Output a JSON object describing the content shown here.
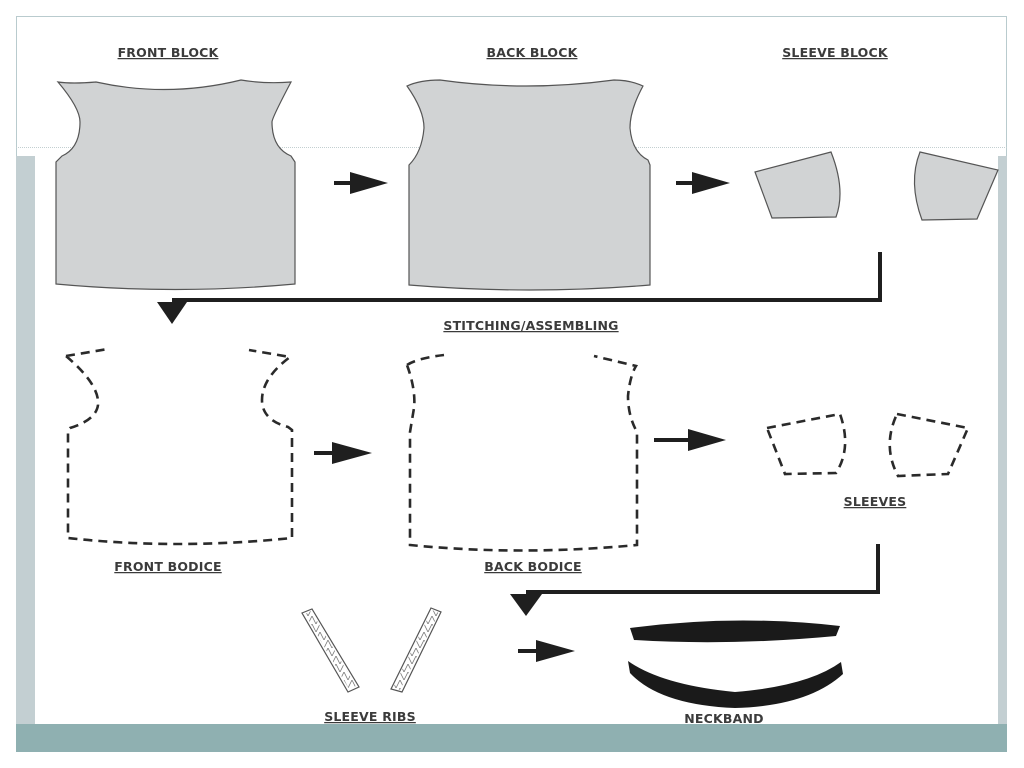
{
  "labels": {
    "front_block": "FRONT BLOCK",
    "back_block": "BACK BLOCK",
    "sleeve_block": "SLEEVE BLOCK",
    "stitching": "STITCHING/ASSEMBLING",
    "front_bodice": "FRONT BODICE",
    "back_bodice": "BACK BODICE",
    "sleeves": "SLEEVES",
    "sleeve_ribs": "SLEEVE RIBS",
    "neckband": "NECKBAND"
  },
  "colors": {
    "block_fill": "#d1d3d4",
    "outline": "#555555",
    "arrow": "#1f1f1f",
    "frame_band": "#8fb0b1",
    "side_band": "#c3cfd2"
  }
}
